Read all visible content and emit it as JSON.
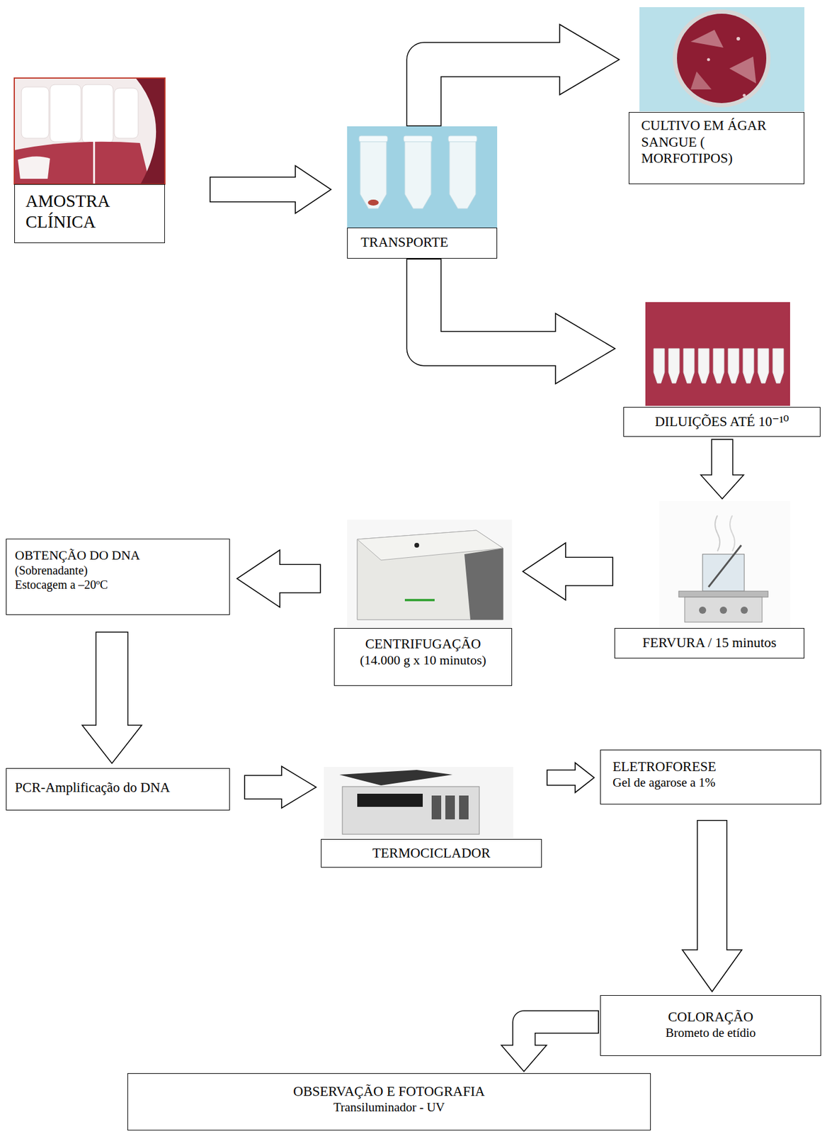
{
  "diagram": {
    "nodes": [
      {
        "text": [
          "AMOSTRA CLÍNICA"
        ]
      },
      {
        "text": [
          "TRANSPORTE"
        ]
      },
      {
        "text": [
          "CULTIVO EM ÁGAR SANGUE ( MORFOTIPOS)"
        ]
      },
      {
        "text": [
          "DILUIÇÕES ATÉ 10⁻¹⁰"
        ]
      },
      {
        "text": [
          "FERVURA / 15 minutos"
        ]
      },
      {
        "text": [
          "CENTRIFUGAÇÃO",
          "(14.000 g x 10 minutos)"
        ]
      },
      {
        "text": [
          "OBTENÇÃO DO DNA",
          "(Sobrenadante)",
          "Estocagem a –20ºC"
        ]
      },
      {
        "text": [
          "PCR-Amplificação do DNA"
        ]
      },
      {
        "text": [
          "TERMOCICLADOR"
        ]
      },
      {
        "text": [
          "ELETROFORESE",
          "Gel de agarose a 1%"
        ]
      },
      {
        "text": [
          "COLORAÇÃO",
          "Brometo de etídio"
        ]
      },
      {
        "text": [
          "OBSERVAÇÃO E FOTOGRAFIA",
          "Transiluminador - UV"
        ]
      }
    ],
    "edges": [
      {
        "from": 0,
        "to": 1,
        "arrow": "to"
      },
      {
        "from": 1,
        "to": 2,
        "arrow": "to"
      },
      {
        "from": 1,
        "to": 3,
        "arrow": "to"
      },
      {
        "from": 3,
        "to": 4,
        "arrow": "to"
      },
      {
        "from": 4,
        "to": 5,
        "arrow": "to"
      },
      {
        "from": 5,
        "to": 6,
        "arrow": "to"
      },
      {
        "from": 6,
        "to": 7,
        "arrow": "to"
      },
      {
        "from": 7,
        "to": 8,
        "arrow": "to"
      },
      {
        "from": 8,
        "to": 9,
        "arrow": "to"
      },
      {
        "from": 9,
        "to": 10,
        "arrow": "to"
      },
      {
        "from": 10,
        "to": 11,
        "arrow": "to"
      }
    ]
  }
}
